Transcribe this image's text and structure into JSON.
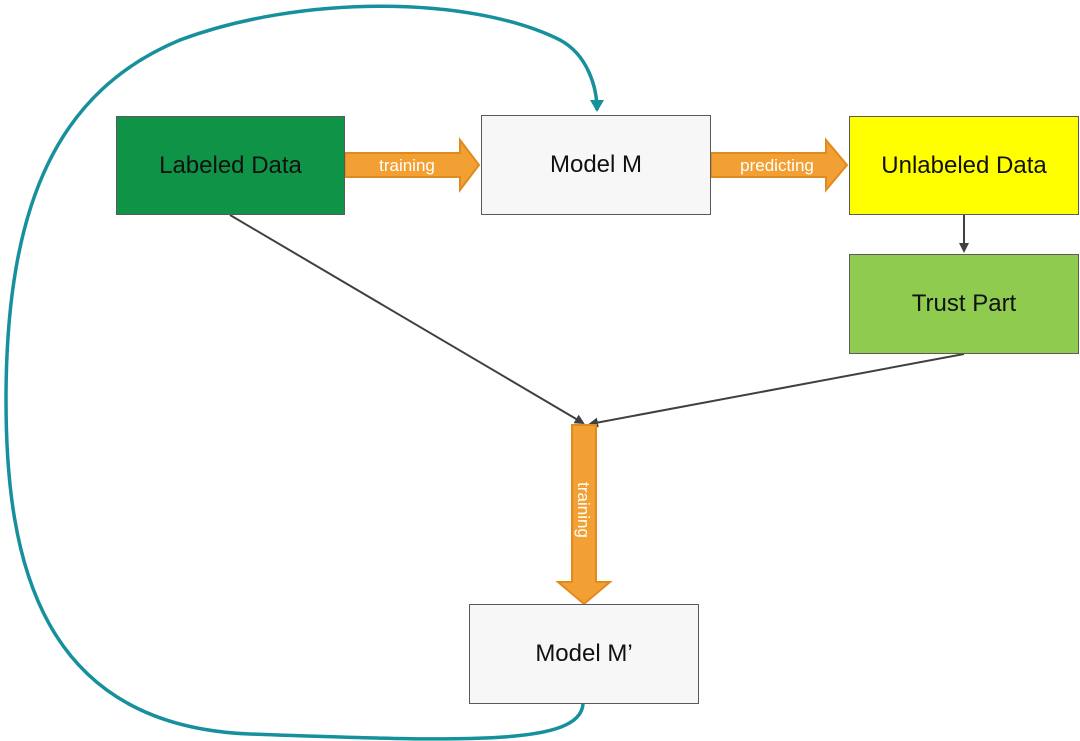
{
  "nodes": {
    "labeled_data": {
      "label": "Labeled Data",
      "fill": "#0e9347"
    },
    "model_m": {
      "label": "Model M",
      "fill": "#f7f7f7"
    },
    "unlabeled_data": {
      "label": "Unlabeled Data",
      "fill": "#ffff00"
    },
    "trust_part": {
      "label": "Trust Part",
      "fill": "#8fcb4f"
    },
    "model_m_prime": {
      "label": "Model M’",
      "fill": "#f7f7f7"
    }
  },
  "edges": {
    "training_top": {
      "label": "training"
    },
    "predicting": {
      "label": "predicting"
    },
    "training_bottom": {
      "label": "training"
    }
  },
  "colors": {
    "block_arrow": "#f2a033",
    "block_arrow_stroke": "#e08b1f",
    "connector": "#404040",
    "feedback_loop": "#16909c"
  }
}
